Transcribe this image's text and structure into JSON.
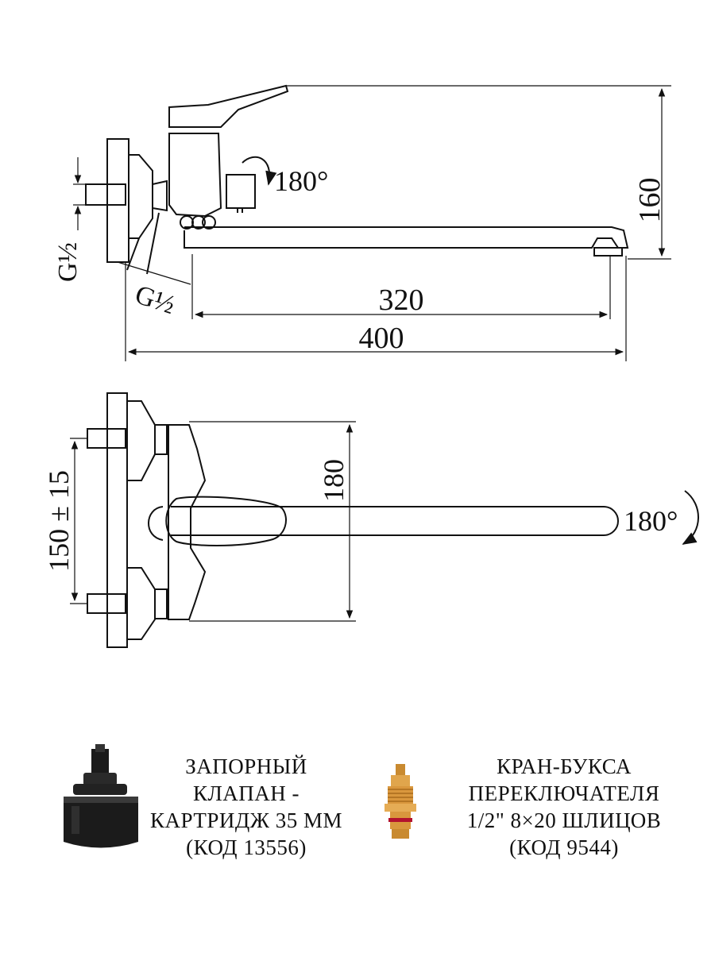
{
  "top_view": {
    "rotation_label": "180°",
    "pipe_thread_left": "G½",
    "pipe_thread_bottom": "G½",
    "height_dim": "160",
    "spout_reach_dim": "320",
    "total_length_dim": "400"
  },
  "front_view": {
    "center_distance_dim": "150 ± 15",
    "height_dim": "180",
    "rotation_label": "180°"
  },
  "parts": [
    {
      "icon": "cartridge-icon",
      "lines": [
        "ЗАПОРНЫЙ",
        "КЛАПАН -",
        "КАРТРИДЖ 35 ММ",
        "(КОД 13556)"
      ]
    },
    {
      "icon": "brass-valve-icon",
      "lines": [
        "КРАН-БУКСА",
        "ПЕРЕКЛЮЧАТЕЛЯ",
        "1/2\" 8×20 ШЛИЦОВ",
        "(КОД 9544)"
      ]
    }
  ],
  "colors": {
    "line": "#111111",
    "brass": "#d9973d",
    "cartridge": "#1b1b1b"
  }
}
